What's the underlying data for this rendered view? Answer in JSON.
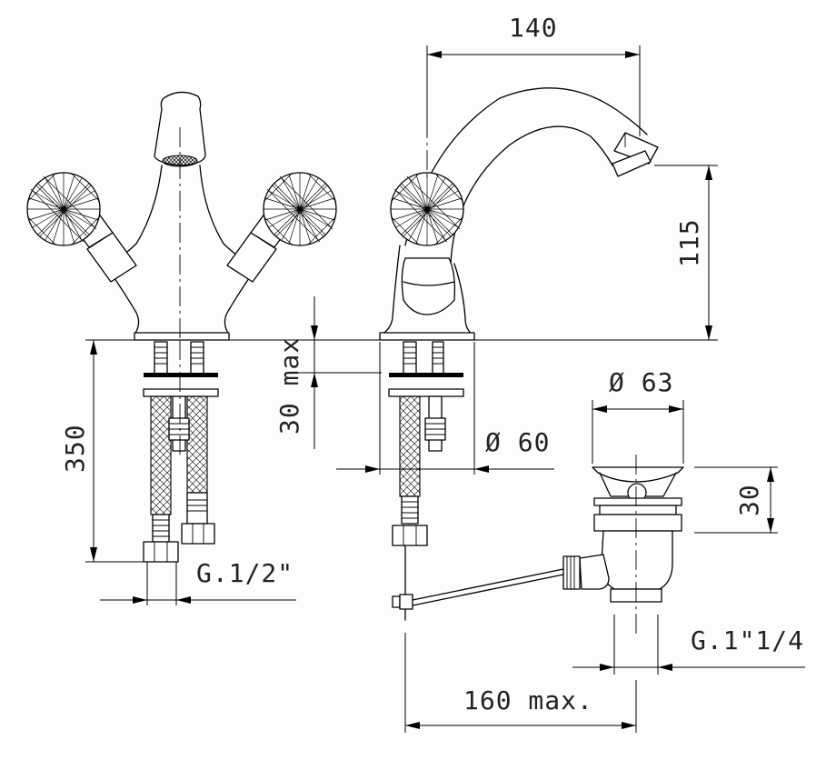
{
  "dimensions": {
    "spout_reach": "140",
    "spout_height": "115",
    "deck_thickness": "30 max",
    "hose_length": "350",
    "hole_diameter": "Ø 60",
    "inlet_thread": "G.1/2\"",
    "waste_top_diameter": "Ø 63",
    "waste_flange_height": "30",
    "waste_thread": "G.1\"1/4",
    "rod_length": "160 max."
  }
}
